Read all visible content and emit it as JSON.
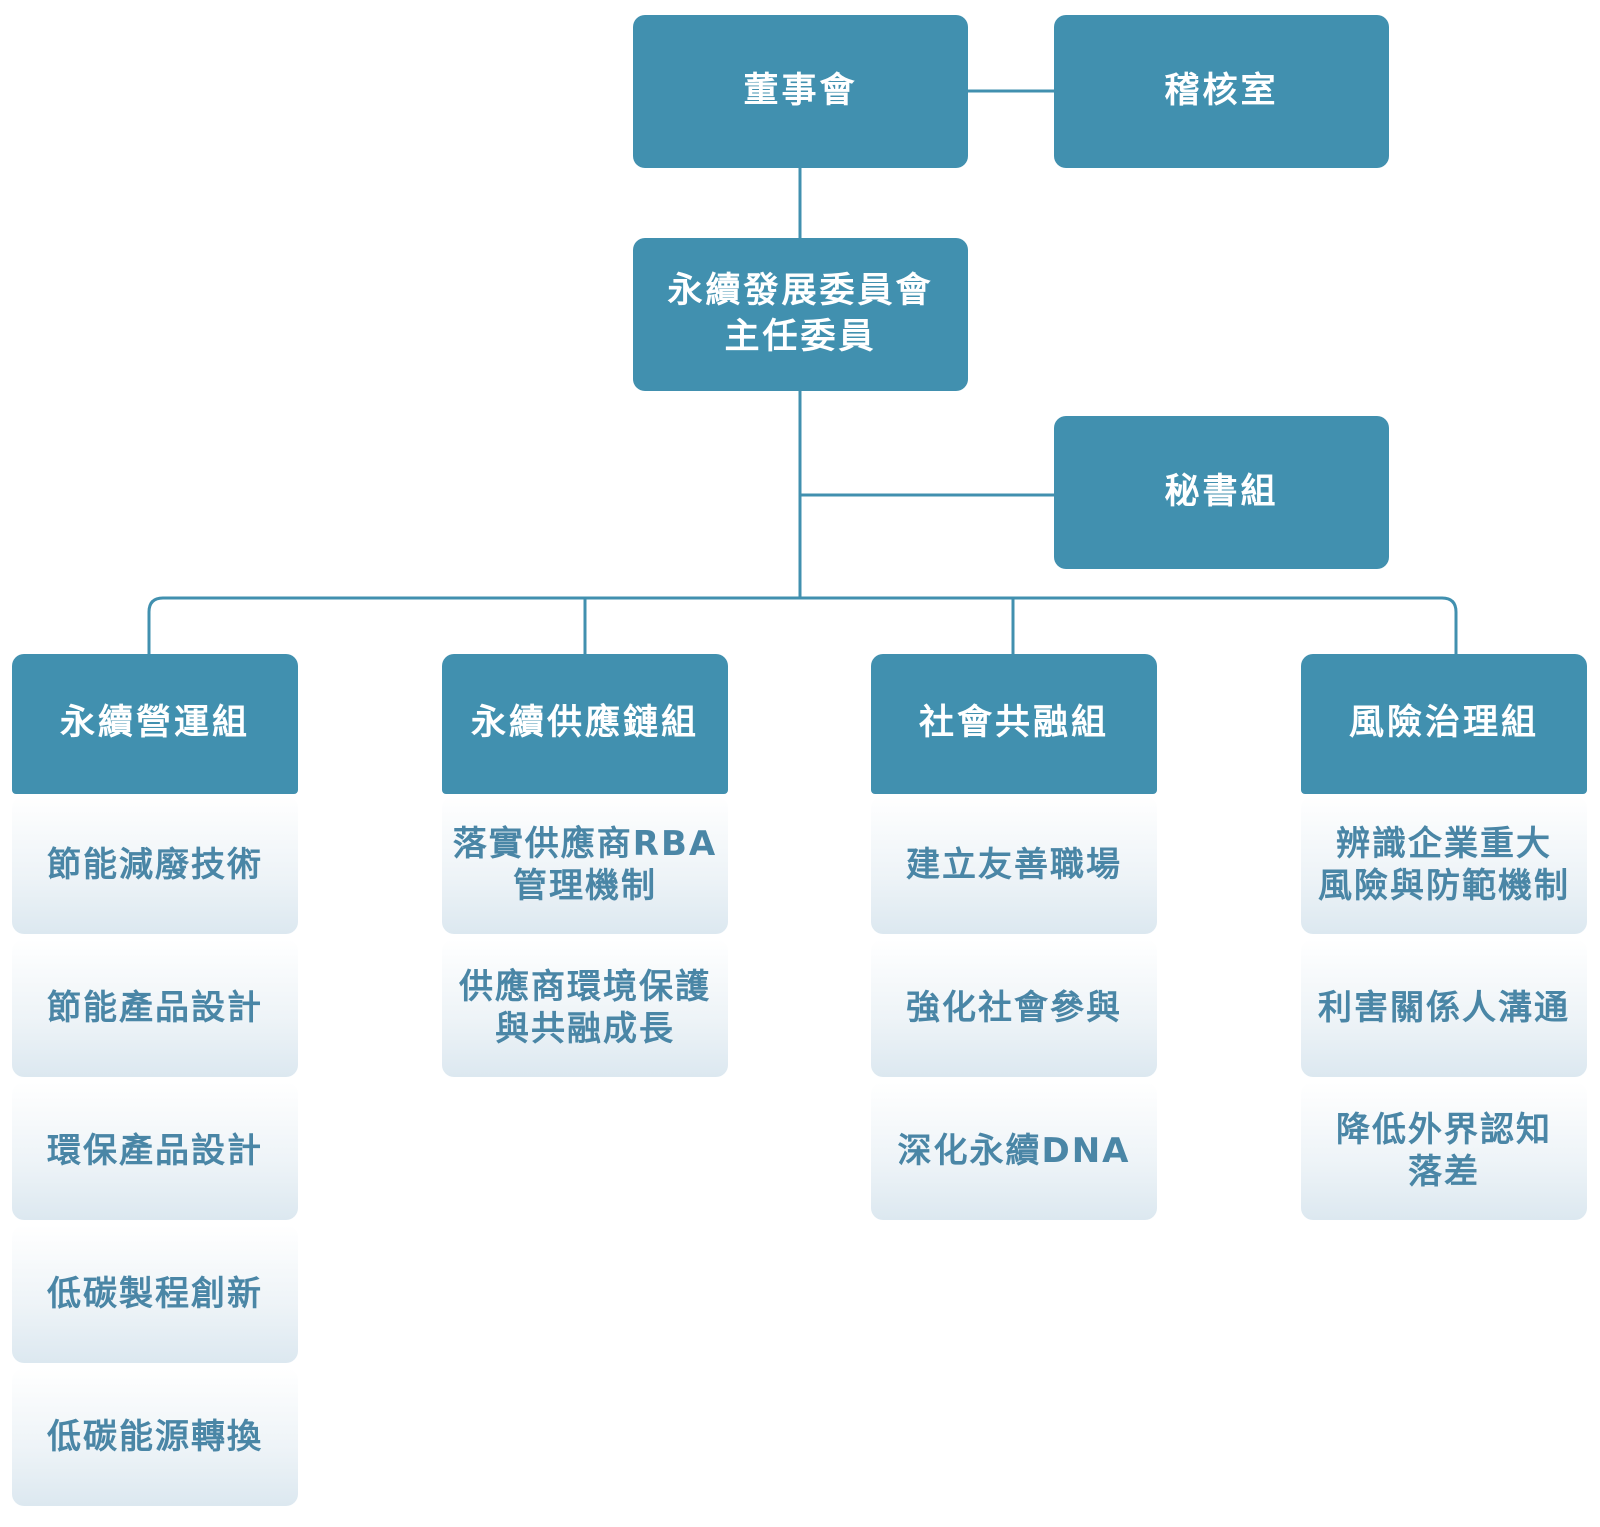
{
  "top": {
    "board": "董事會",
    "audit": "稽核室",
    "committee": "永續發展委員會\n主任委員",
    "secretariat": "秘書組"
  },
  "groups": [
    {
      "name": "永續營運組",
      "items": [
        "節能減廢技術",
        "節能產品設計",
        "環保產品設計",
        "低碳製程創新",
        "低碳能源轉換"
      ]
    },
    {
      "name": "永續供應鏈組",
      "items": [
        "落實供應商RBA\n管理機制",
        "供應商環境保護\n與共融成長"
      ]
    },
    {
      "name": "社會共融組",
      "items": [
        "建立友善職場",
        "強化社會參與",
        "深化永續DNA"
      ]
    },
    {
      "name": "風險治理組",
      "items": [
        "辨識企業重大\n風險與防範機制",
        "利害關係人溝通",
        "降低外界認知\n落差"
      ]
    }
  ],
  "colors": {
    "box_fill": "#4190af",
    "box_text": "#ffffff",
    "item_text": "#4a86a6",
    "connector": "#4190af"
  }
}
